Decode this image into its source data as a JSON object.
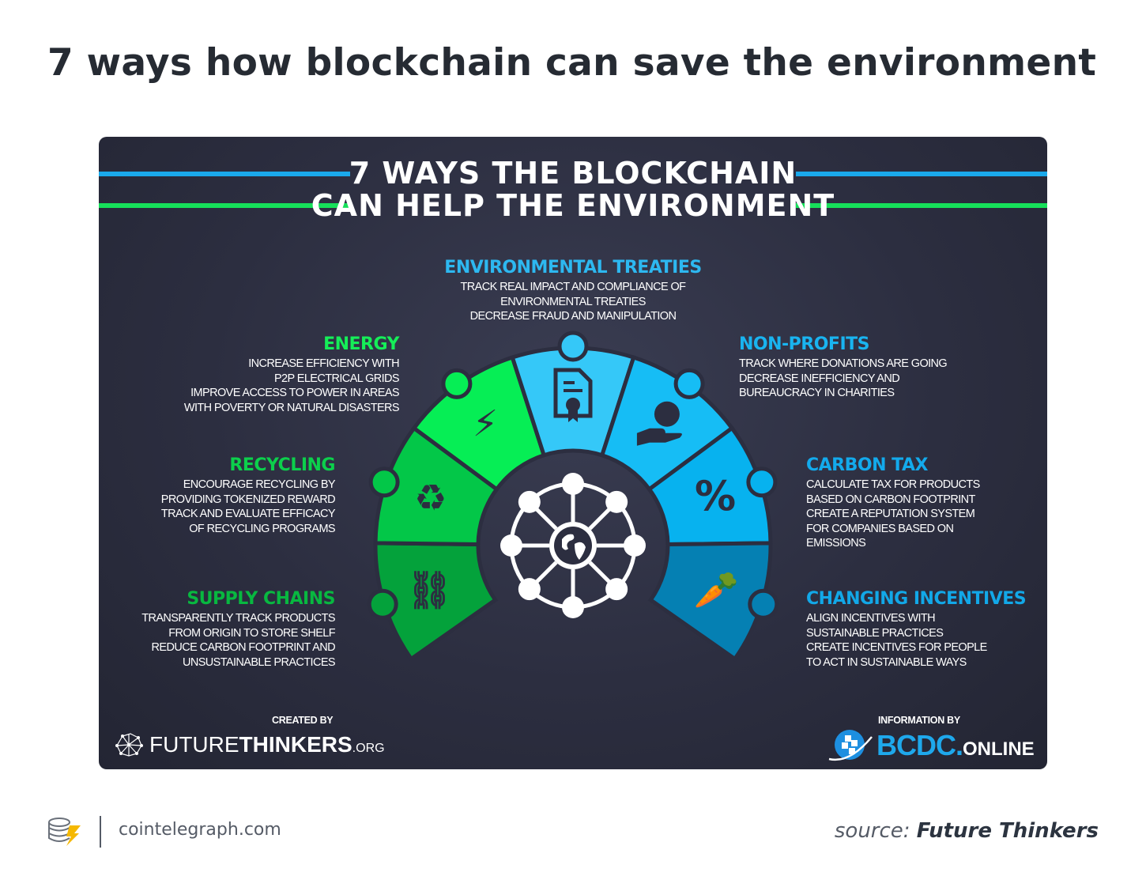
{
  "page_title": "7 ways how blockchain can save the environment",
  "infographic": {
    "title_line1": "7 WAYS THE BLOCKCHAIN",
    "title_line2": "CAN HELP THE ENVIRONMENT",
    "line_colors": {
      "blue": "#1aa9ec",
      "green": "#16e05a"
    },
    "segments": [
      {
        "id": "supply-chains",
        "title": "SUPPLY CHAINS",
        "icon": "link-icon",
        "color": "#04a23b",
        "title_color": "#08b840",
        "lines": [
          "TRANSPARENTLY TRACK PRODUCTS",
          "FROM ORIGIN TO STORE SHELF",
          "REDUCE CARBON FOOTPRINT AND",
          "UNSUSTAINABLE PRACTICES"
        ]
      },
      {
        "id": "recycling",
        "title": "RECYCLING",
        "icon": "recycle-icon",
        "color": "#03c748",
        "title_color": "#0cd04c",
        "lines": [
          "ENCOURAGE RECYCLING BY",
          "PROVIDING TOKENIZED REWARD",
          "TRACK AND EVALUATE EFFICACY",
          "OF RECYCLING PROGRAMS"
        ]
      },
      {
        "id": "energy",
        "title": "ENERGY",
        "icon": "lightning-icon",
        "color": "#06ee55",
        "title_color": "#15ee58",
        "lines": [
          "INCREASE EFFICIENCY WITH",
          "P2P ELECTRICAL GRIDS",
          "IMPROVE ACCESS TO POWER IN AREAS",
          "WITH POVERTY OR NATURAL DISASTERS"
        ]
      },
      {
        "id": "environmental-treaties",
        "title": "ENVIRONMENTAL TREATIES",
        "icon": "certificate-icon",
        "color": "#35c8f8",
        "title_color": "#2db8f0",
        "lines": [
          "TRACK REAL IMPACT AND COMPLIANCE OF",
          "ENVIRONMENTAL TREATIES",
          "DECREASE FRAUD AND MANIPULATION"
        ]
      },
      {
        "id": "non-profits",
        "title": "NON-PROFITS",
        "icon": "hand-globe-icon",
        "color": "#16bdf5",
        "title_color": "#19b4f0",
        "lines": [
          "TRACK WHERE DONATIONS ARE GOING",
          "DECREASE INEFFICIENCY AND",
          "BUREAUCRACY IN CHARITIES"
        ]
      },
      {
        "id": "carbon-tax",
        "title": "CARBON TAX",
        "icon": "percent-icon",
        "color": "#07b2ef",
        "title_color": "#13aaec",
        "lines": [
          "CALCULATE TAX FOR PRODUCTS",
          "BASED ON CARBON FOOTPRINT",
          "CREATE A REPUTATION SYSTEM",
          "FOR COMPANIES BASED ON",
          "EMISSIONS"
        ]
      },
      {
        "id": "changing-incentives",
        "title": "CHANGING INCENTIVES",
        "icon": "carrot-icon",
        "color": "#0580b3",
        "title_color": "#12a8e8",
        "lines": [
          "ALIGN INCENTIVES WITH",
          "SUSTAINABLE PRACTICES",
          "CREATE INCENTIVES FOR PEOPLE",
          "TO ACT IN SUSTAINABLE WAYS"
        ]
      }
    ],
    "center_icon": "blockchain-globe-icon",
    "created_by_label": "CREATED BY",
    "created_by_logo": {
      "prefix": "FUTURE",
      "bold": "THINKERS",
      "suffix": ".ORG"
    },
    "information_by_label": "INFORMATION BY",
    "information_by_logo": {
      "main": "BCDC.",
      "suffix": "ONLINE"
    }
  },
  "footer": {
    "site": "cointelegraph.com",
    "source_label": "source:",
    "source_name": "Future Thinkers"
  }
}
